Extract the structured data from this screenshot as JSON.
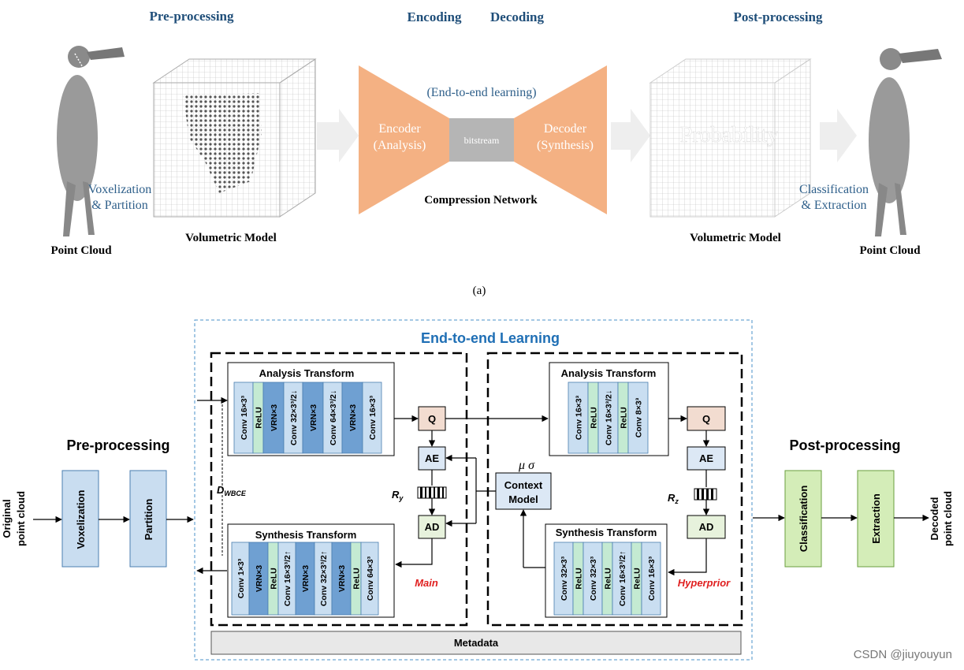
{
  "top": {
    "stage_preprocessing": "Pre-processing",
    "stage_encoding": "Encoding",
    "stage_decoding": "Decoding",
    "stage_postprocessing": "Post-processing",
    "voxelization_line1": "Voxelization",
    "voxelization_line2": "& Partition",
    "point_cloud_left": "Point Cloud",
    "volumetric_model_left": "Volumetric Model",
    "end_to_end": "(End-to-end learning)",
    "encoder_line1": "Encoder",
    "encoder_line2": "(Analysis)",
    "bitstream": "bitstream",
    "decoder_line1": "Decoder",
    "decoder_line2": "(Synthesis)",
    "compression_network": "Compression Network",
    "probability": "Probability",
    "volumetric_model_right": "Volumetric Model",
    "classification_line1": "Classification",
    "classification_line2": "& Extraction",
    "point_cloud_right": "Point Cloud",
    "caption": "(a)"
  },
  "bottom": {
    "end_to_end_learning": "End-to-end Learning",
    "pre_processing": "Pre-processing",
    "post_processing": "Post-processing",
    "original_line1": "Original",
    "original_line2": "point cloud",
    "decoded_line1": "Decoded",
    "decoded_line2": "point cloud",
    "voxelization": "Voxelization",
    "partition": "Partition",
    "classification": "Classification",
    "extraction": "Extraction",
    "main_analysis_title": "Analysis Transform",
    "main_analysis_layers": [
      "Conv 16×3³",
      "ReLU",
      "VRN×3",
      "Conv 32×3³/2↓",
      "VRN×3",
      "Conv 64×3³/2↓",
      "VRN×3",
      "Conv 16×3³"
    ],
    "main_synthesis_title": "Synthesis Transform",
    "main_synthesis_layers": [
      "Conv 1×3³",
      "VRN×3",
      "ReLU",
      "Conv 16×3³/2↑",
      "VRN×3",
      "Conv 32×3³/2↑",
      "VRN×3",
      "ReLU",
      "Conv 64×3³"
    ],
    "hyper_analysis_title": "Analysis Transform",
    "hyper_analysis_layers": [
      "Conv 16×3³",
      "ReLU",
      "Conv 16×3³/2↓",
      "ReLU",
      "Conv 8×3³"
    ],
    "hyper_synthesis_title": "Synthesis Transform",
    "hyper_synthesis_layers": [
      "Conv 32×3³",
      "ReLU",
      "Conv 32×3³",
      "ReLU",
      "Conv 16×3³/2↑",
      "ReLU",
      "Conv 16×3³"
    ],
    "q": "Q",
    "ae": "AE",
    "ad": "AD",
    "ry": "R",
    "ry_sub": "y",
    "rz": "R",
    "rz_sub": "z",
    "dwbce": "D",
    "dwbce_sub": "WBCE",
    "mu_sigma": "μ  σ",
    "context_line1": "Context",
    "context_line2": "Model",
    "main": "Main",
    "hyperprior": "Hyperprior",
    "metadata": "Metadata"
  },
  "watermark": "CSDN @jiuyouyun",
  "colors": {
    "vrn": "#6fa0d2",
    "conv": "#c9def1",
    "relu": "#c4ead2",
    "encoder": "#f4b183",
    "bitstream": "#b5b5b5",
    "q_box": "#f2dcd0",
    "ae_box": "#dce8f5",
    "ad_box": "#e7f2dc",
    "pre_box": "#c9ddf0",
    "post_box": "#d4edb8",
    "title_blue": "#1f6fb5",
    "red_label": "#e02020"
  }
}
